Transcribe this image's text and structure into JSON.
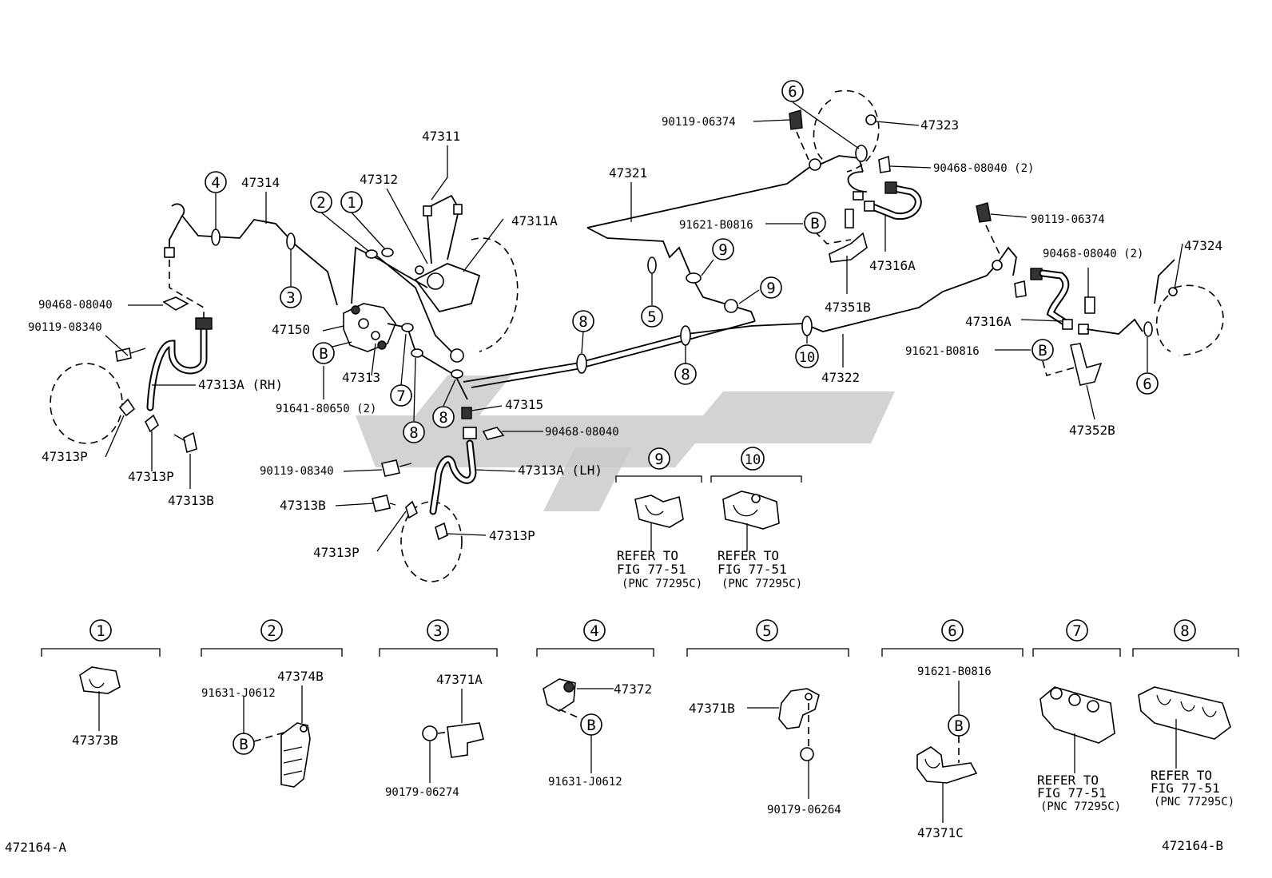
{
  "labels": {
    "p47311": "47311",
    "p47312": "47312",
    "p47311A": "47311A",
    "p47314": "47314",
    "p47150": "47150",
    "p47313": "47313",
    "p47315": "47315",
    "p90468_08040_a": "90468-08040",
    "p90119_08340_a": "90119-08340",
    "p47313A_RH": "47313A (RH)",
    "p47313P_a": "47313P",
    "p47313P_b": "47313P",
    "p47313B_a": "47313B",
    "p91641_80650": "91641-80650 (2)",
    "p90468_08040_b": "90468-08040",
    "p90119_08340_b": "90119-08340",
    "p47313A_LH": "47313A (LH)",
    "p47313B_b": "47313B",
    "p47313P_c": "47313P",
    "p47313P_d": "47313P",
    "p90119_06374_a": "90119-06374",
    "p47323": "47323",
    "p90468_08040_2a": "90468-08040 (2)",
    "p47321": "47321",
    "p91621_B0816_a": "91621-B0816",
    "p47316A_a": "47316A",
    "p47351B": "47351B",
    "p47322": "47322",
    "p90119_06374_b": "90119-06374",
    "p90468_08040_2b": "90468-08040 (2)",
    "p47324": "47324",
    "p47316A_b": "47316A",
    "p91621_B0816_b": "91621-B0816",
    "p47352B": "47352B",
    "p47373B": "47373B",
    "p47374B": "47374B",
    "p91631_J0612_a": "91631-J0612",
    "p47371A": "47371A",
    "p90179_06274": "90179-06274",
    "p47372": "47372",
    "p91631_J0612_b": "91631-J0612",
    "p47371B": "47371B",
    "p90179_06264": "90179-06264",
    "p91621_B0816_c": "91621-B0816",
    "p47371C": "47371C",
    "fig_a": "472164-A",
    "fig_b": "472164-B"
  },
  "callouts": {
    "c1": "1",
    "c2": "2",
    "c3": "3",
    "c4": "4",
    "c5": "5",
    "c6": "6",
    "c7": "7",
    "c8": "8",
    "c9": "9",
    "c10": "10",
    "cB": "B"
  },
  "refer": {
    "line1": "REFER TO",
    "line2": "FIG 77-51",
    "line3": "(PNC 77295C)"
  }
}
